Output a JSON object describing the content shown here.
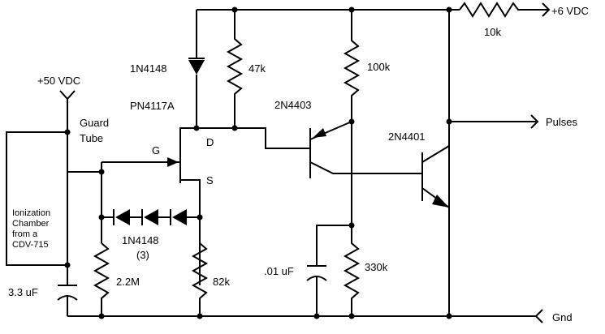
{
  "supplies": {
    "v50": "+50 VDC",
    "v6": "+6 VDC",
    "gnd": "Gnd",
    "pulses": "Pulses"
  },
  "components": {
    "r_10k": "10k",
    "d_top": "1N4148",
    "r_47k": "47k",
    "r_100k": "100k",
    "q_jfet": "PN4117A",
    "q_pnp": "2N4403",
    "q_npn": "2N4401",
    "jfet_g": "G",
    "jfet_d": "D",
    "jfet_s": "S",
    "guard_line1": "Guard",
    "guard_line2": "Tube",
    "chamber_lines": [
      "Ionization",
      "Chamber",
      "from a",
      "CDV-715"
    ],
    "d_string": "1N4148",
    "d_string_count": "(3)",
    "r_22m": "2.2M",
    "r_82k": "82k",
    "c_01uf": ".01 uF",
    "r_330k": "330k",
    "c_33uf": "3.3 uF"
  }
}
